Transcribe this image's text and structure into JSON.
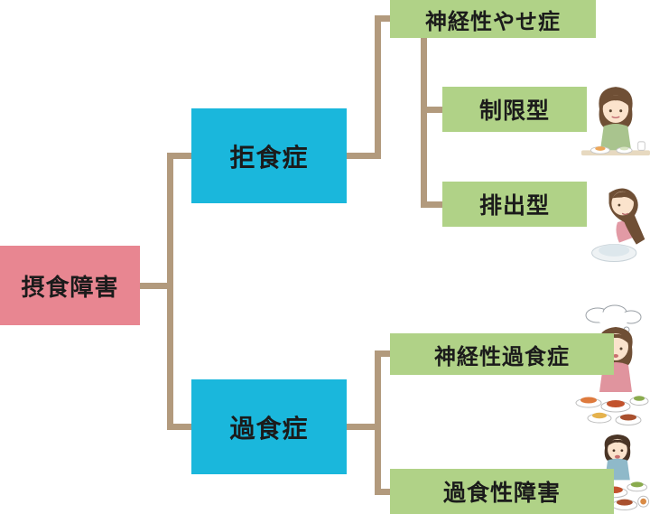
{
  "colors": {
    "root": "#e88691",
    "branch": "#1ab7dc",
    "leaf": "#b0d287",
    "connector": "#b29a7d",
    "text": "#1b1b1b",
    "background": "#ffffff"
  },
  "nodes": {
    "root": {
      "label": "摂食障害"
    },
    "anorexia": {
      "label": "拒食症"
    },
    "bulimia": {
      "label": "過食症"
    },
    "anorexia_nervosa": {
      "label": "神経性やせ症"
    },
    "restricting_type": {
      "label": "制限型"
    },
    "purging_type": {
      "label": "排出型"
    },
    "bulimia_nervosa": {
      "label": "神経性過食症"
    },
    "binge_eating_disorder": {
      "label": "過食性障害"
    }
  },
  "illustrations": [
    {
      "name": "woman-small-meal-illustration"
    },
    {
      "name": "woman-purging-illustration"
    },
    {
      "name": "woman-binge-thought-bubble-illustration"
    },
    {
      "name": "person-binge-eating-illustration"
    }
  ]
}
